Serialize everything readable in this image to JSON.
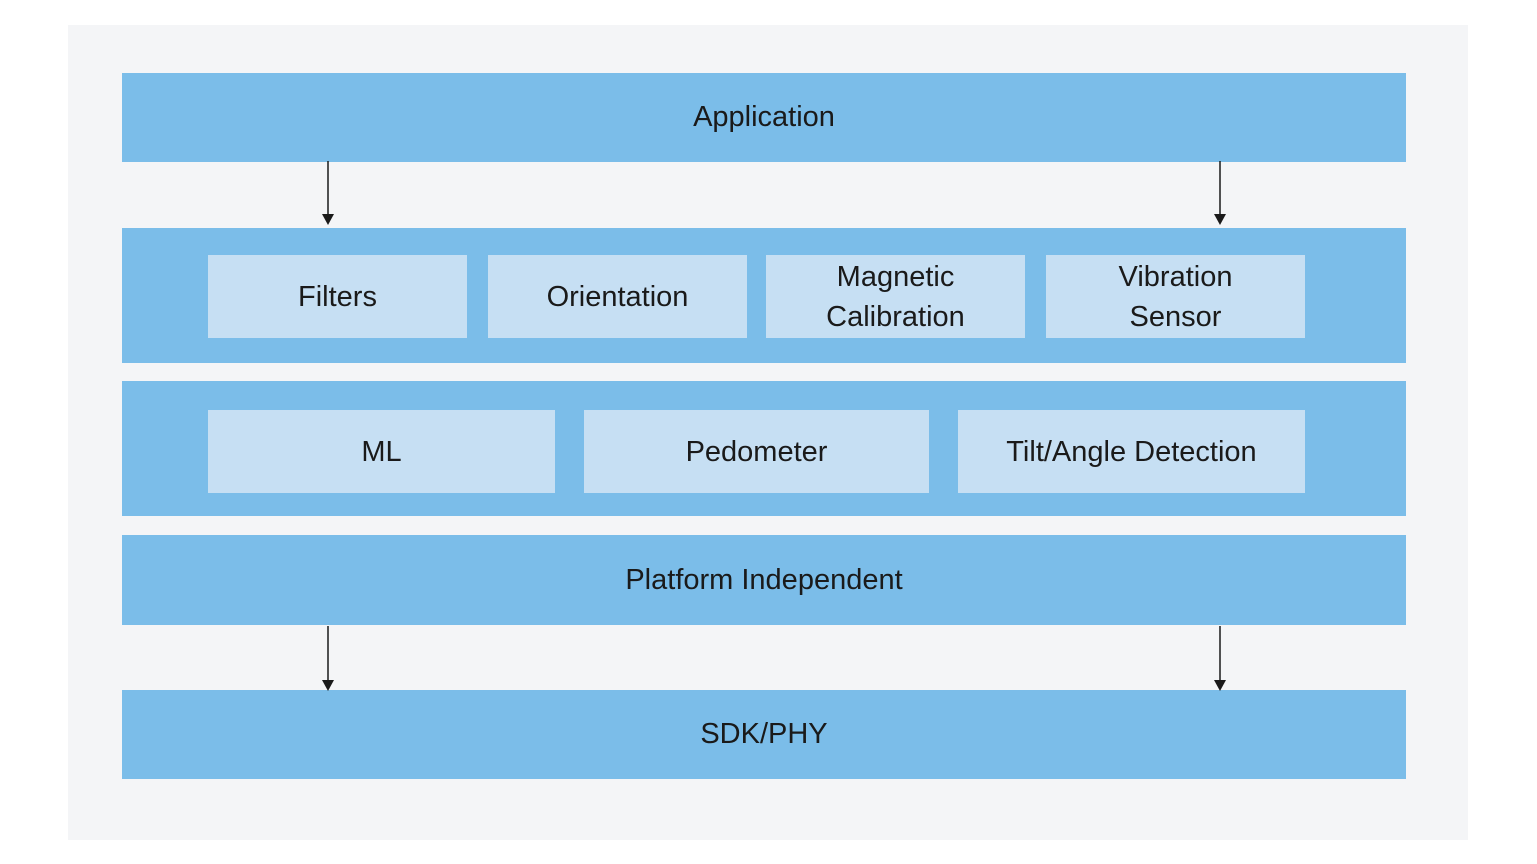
{
  "layers": {
    "application": "Application",
    "platform_independent": "Platform Independent",
    "sdk_phy": "SDK/PHY"
  },
  "row1_modules": {
    "filters": "Filters",
    "orientation": "Orientation",
    "magnetic_calibration": "Magnetic\nCalibration",
    "vibration_sensor": "Vibration\nSensor"
  },
  "row2_modules": {
    "ml": "ML",
    "pedometer": "Pedometer",
    "tilt_angle_detection": "Tilt/Angle Detection"
  },
  "colors": {
    "background": "#f4f5f7",
    "layer_fill": "#7bbde9",
    "module_fill": "#c6dff3",
    "arrow": "#1a1a1a"
  }
}
